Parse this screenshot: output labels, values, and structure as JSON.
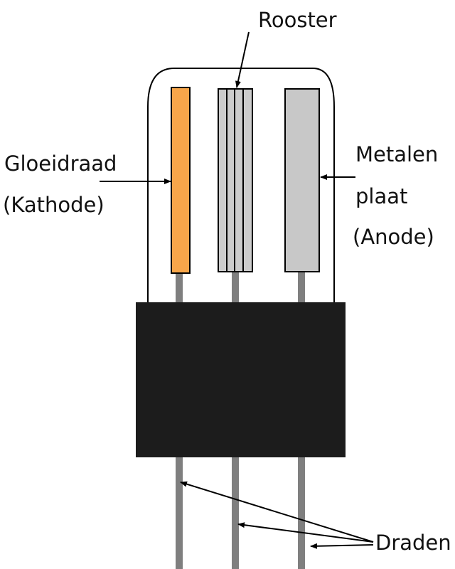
{
  "labels": {
    "grid": "Rooster",
    "cathode_line1": "Gloeidraad",
    "cathode_line2": "(Kathode)",
    "anode_line1": "Metalen",
    "anode_line2": "plaat",
    "anode_line3": "(Anode)",
    "wires": "Draden"
  },
  "colors": {
    "cathode": "#f7a64a",
    "grid": "#cccccc",
    "anode": "#c8c8c8",
    "base": "#1c1c1c",
    "wire": "#7f7f7f"
  }
}
